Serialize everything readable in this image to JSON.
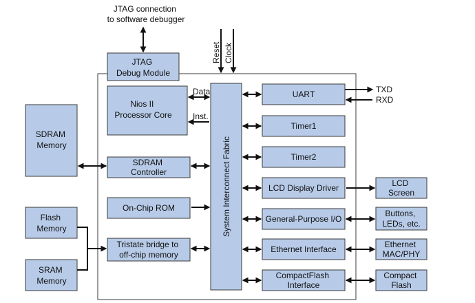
{
  "blocks": {
    "jtag_debug": [
      "JTAG",
      "Debug Module"
    ],
    "nios": [
      "Nios II",
      "Processor Core"
    ],
    "sdram_mem": [
      "SDRAM",
      "Memory"
    ],
    "sdram_ctrl": [
      "SDRAM",
      "Controller"
    ],
    "onchip_rom": [
      "On-Chip ROM"
    ],
    "flash_mem": [
      "Flash",
      "Memory"
    ],
    "sram_mem": [
      "SRAM",
      "Memory"
    ],
    "tristate": [
      "Tristate bridge to",
      "off-chip memory"
    ],
    "fabric": [
      "System Interconnect Fabric"
    ],
    "uart": [
      "UART"
    ],
    "timer1": [
      "Timer1"
    ],
    "timer2": [
      "Timer2"
    ],
    "lcd_driver": [
      "LCD Display Driver"
    ],
    "gpio": [
      "General-Purpose I/O"
    ],
    "ethernet_if": [
      "Ethernet Interface"
    ],
    "cf_if": [
      "CompactFlash",
      "Interface"
    ],
    "lcd_screen": [
      "LCD",
      "Screen"
    ],
    "buttons": [
      "Buttons,",
      "LEDs, etc."
    ],
    "eth_phy": [
      "Ethernet",
      "MAC/PHY"
    ],
    "cf_card": [
      "Compact",
      "Flash"
    ]
  },
  "labels": {
    "jtag_conn": [
      "JTAG connection",
      "to software debugger"
    ],
    "data": "Data",
    "inst": "Inst.",
    "reset": "Reset",
    "clock": "Clock",
    "txd": "TXD",
    "rxd": "RXD"
  }
}
